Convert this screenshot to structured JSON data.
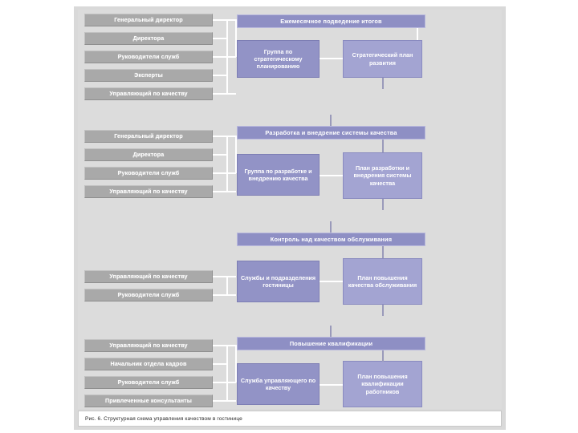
{
  "figure": {
    "caption": "Рис. 6. Структурная схема управления качеством в гостинице"
  },
  "sections": [
    {
      "id": "strategic-planning",
      "banner": "Ежемесячное подведение итогов",
      "roles": [
        "Генеральный директор",
        "Директора",
        "Руководители служб",
        "Эксперты",
        "Управляющий по качеству"
      ],
      "process": "Группа по стратегическому планированию",
      "output": "Стратегический план развития"
    },
    {
      "id": "quality-system",
      "banner": "Разработка и внедрение системы качества",
      "roles": [
        "Генеральный директор",
        "Директора",
        "Руководители служб",
        "Управляющий по качеству"
      ],
      "process": "Группа по разработке и внедрению качества",
      "output": "План разработки и внедрения системы качества"
    },
    {
      "id": "service-quality-control",
      "banner": "Контроль над качеством обслуживания",
      "roles": [
        "Управляющий по качеству",
        "Руководители служб"
      ],
      "process": "Службы и подразделения гостиницы",
      "output": "План повышения качества обслуживания"
    },
    {
      "id": "qualification-improvement",
      "banner": "Повышение квалификации",
      "roles": [
        "Управляющий по качеству",
        "Начальник отдела кадров",
        "Руководители служб",
        "Привлеченные консультанты"
      ],
      "process": "Служба управляющего по качеству",
      "output": "План повышения квалификации работников"
    }
  ],
  "colors": {
    "plate": "#d9d9d9",
    "role_box": "#a9a9a9",
    "banner": "#8e8fc4",
    "process_box": "#9293c6",
    "output_box": "#a3a4d2",
    "connector": "#ffffff"
  }
}
